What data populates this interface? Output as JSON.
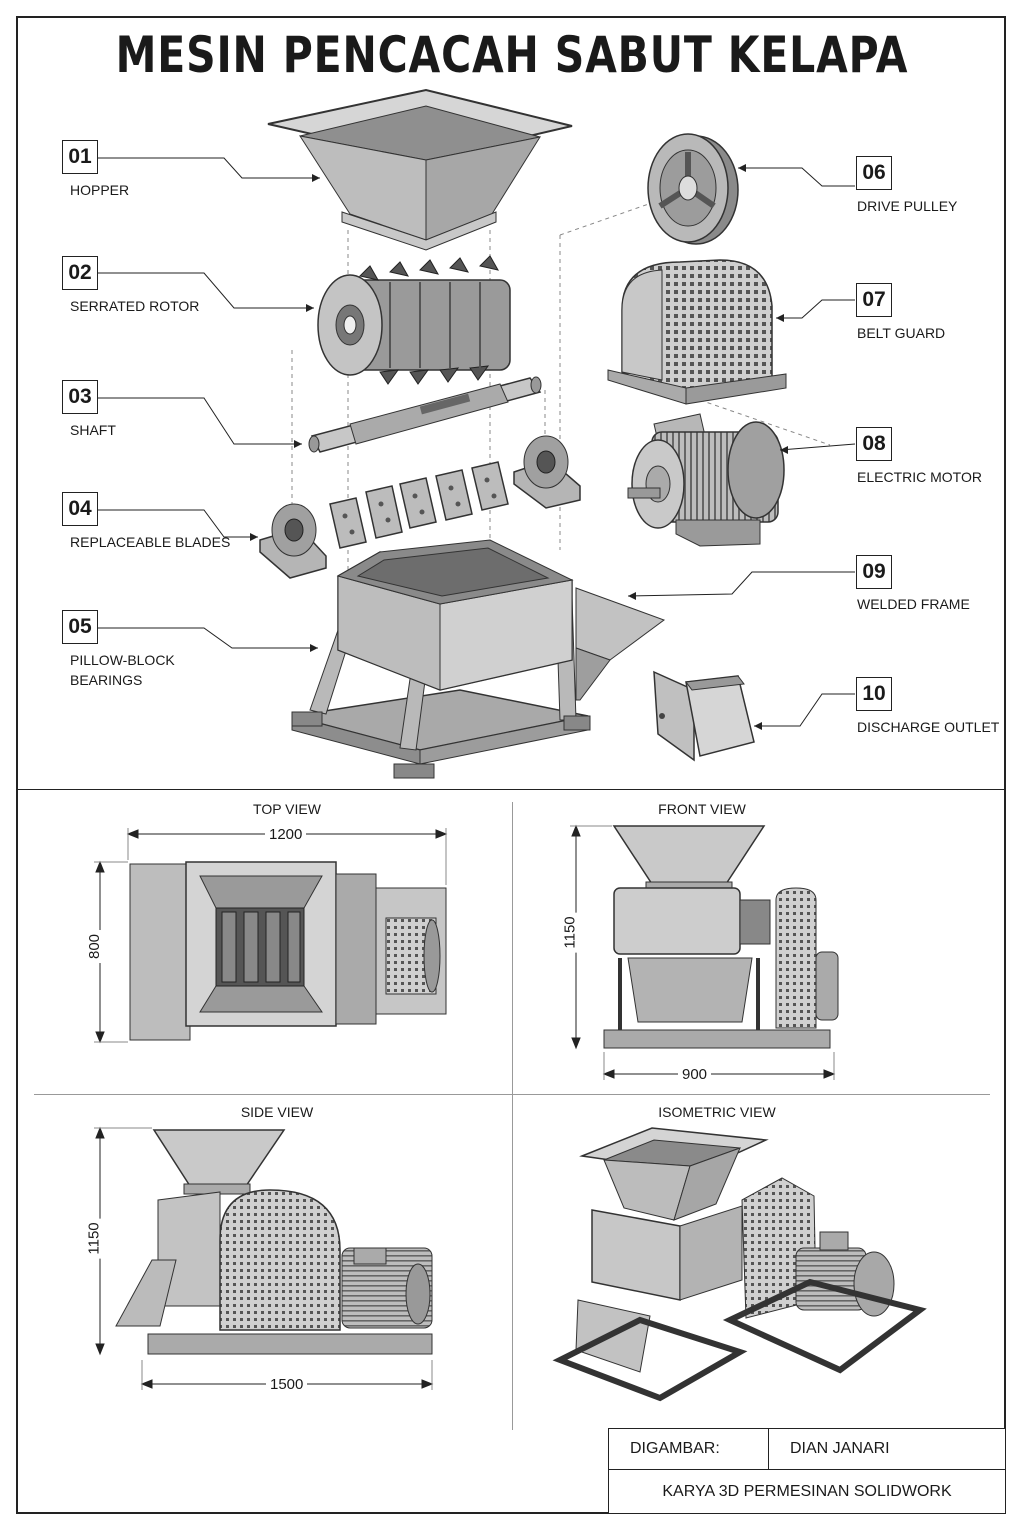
{
  "title": "MESIN PENCACAH SABUT KELAPA",
  "parts": [
    {
      "num": "01",
      "label": "HOPPER"
    },
    {
      "num": "02",
      "label": "SERRATED ROTOR"
    },
    {
      "num": "03",
      "label": "SHAFT"
    },
    {
      "num": "04",
      "label": "REPLACEABLE BLADES"
    },
    {
      "num": "05",
      "label": "PILLOW-BLOCK\nBEARINGS"
    },
    {
      "num": "06",
      "label": "DRIVE PULLEY"
    },
    {
      "num": "07",
      "label": "BELT GUARD"
    },
    {
      "num": "08",
      "label": "ELECTRIC MOTOR"
    },
    {
      "num": "09",
      "label": "WELDED FRAME"
    },
    {
      "num": "10",
      "label": "DISCHARGE OUTLET"
    }
  ],
  "views": {
    "top": {
      "title": "TOP VIEW",
      "width": "1200",
      "depth": "800"
    },
    "front": {
      "title": "FRONT VIEW",
      "height": "1150",
      "width": "900"
    },
    "side": {
      "title": "SIDE VIEW",
      "height": "1150",
      "length": "1500"
    },
    "iso": {
      "title": "ISOMETRIC VIEW"
    }
  },
  "title_block": {
    "drawn_label": "DIGAMBAR:",
    "drawn_by": "DIAN JANARI",
    "caption": "KARYA 3D PERMESINAN SOLIDWORK"
  }
}
